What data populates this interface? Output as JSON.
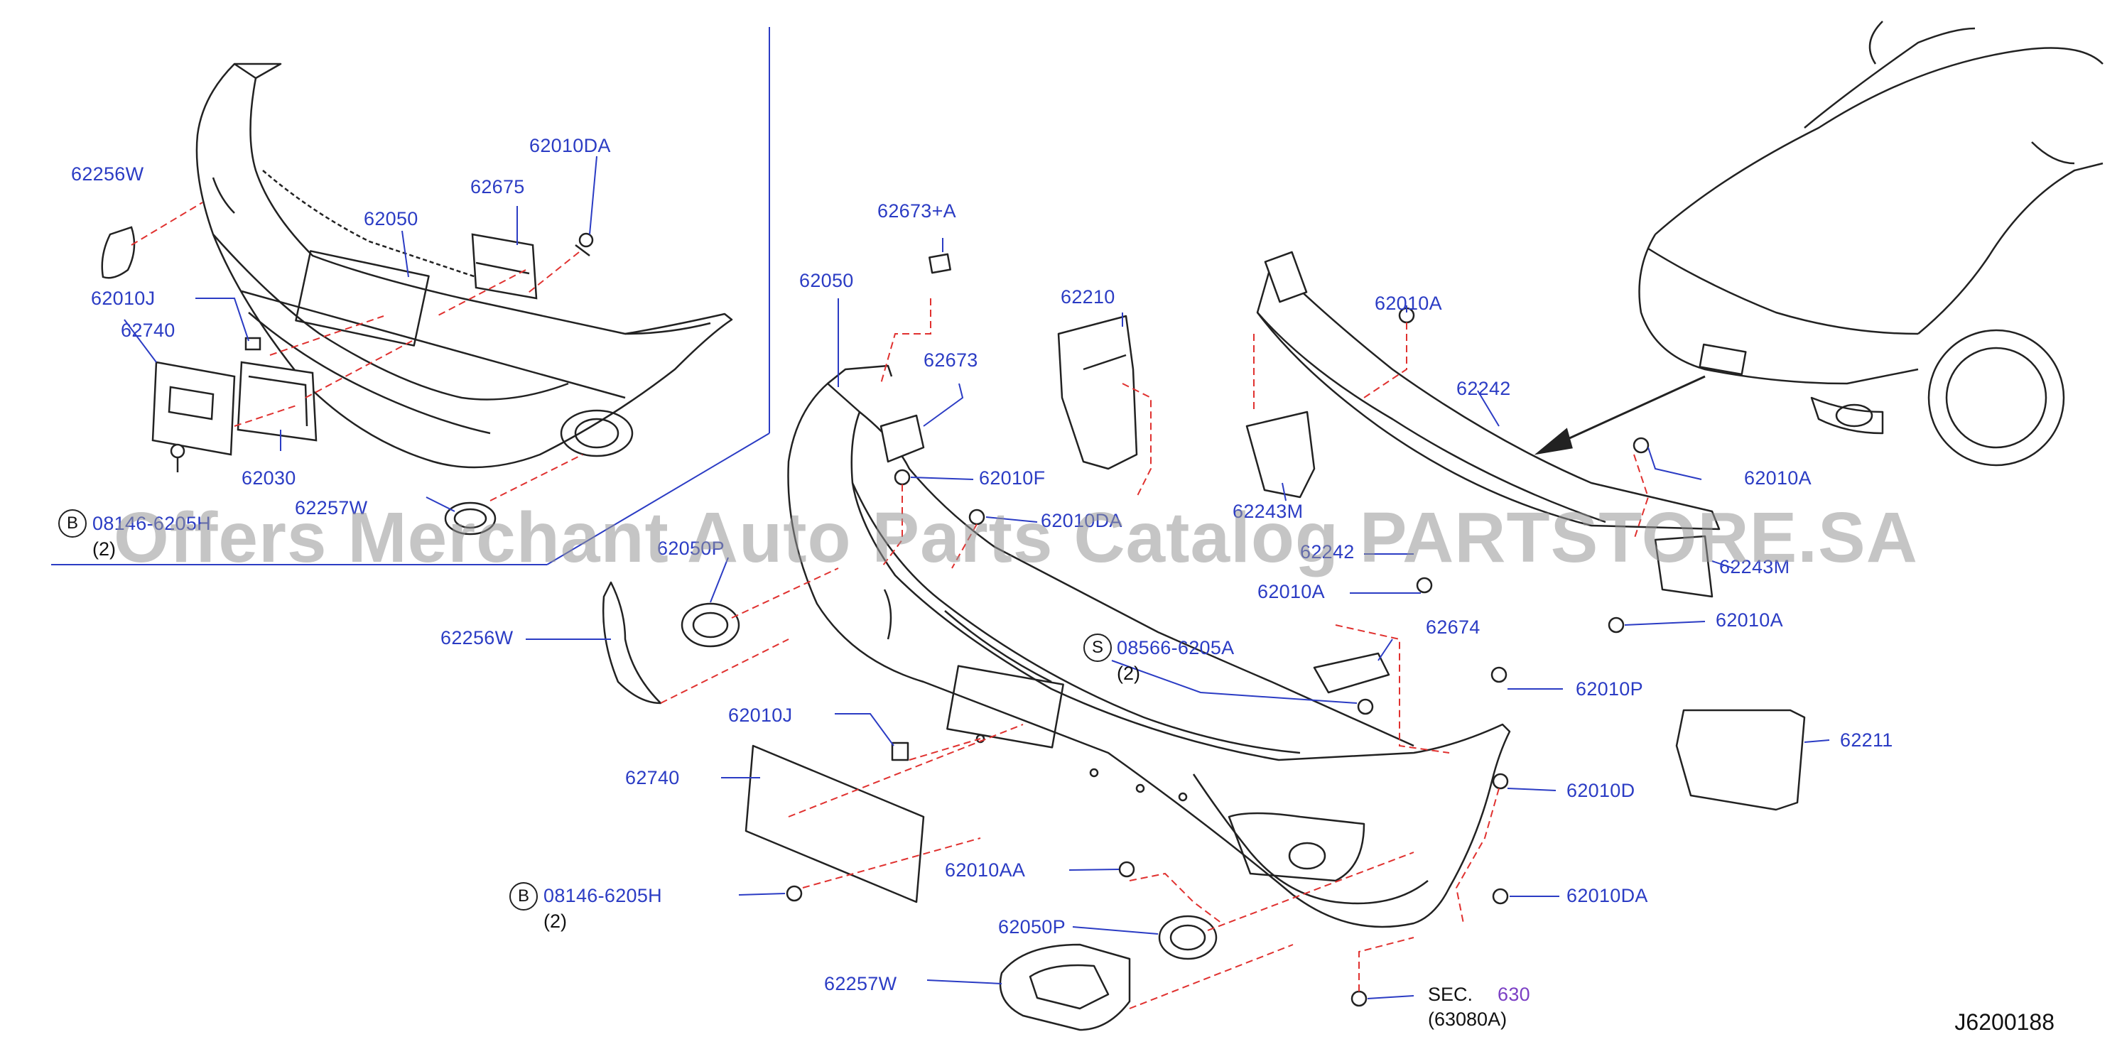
{
  "labels": {
    "l1": "62010DA",
    "l2": "62256W",
    "l3": "62675",
    "l4": "62050",
    "l5": "62010J",
    "l6": "62740",
    "l7": "62030",
    "l8": "62257W",
    "l9": "08146-6205H",
    "l10": "(2)",
    "l11": "62673+A",
    "l12": "62050",
    "l13": "62210",
    "l14": "62673",
    "l15": "62010F",
    "l16": "62010DA",
    "l17": "62050P",
    "l18": "62256W",
    "l19": "62010A",
    "l20": "62242",
    "l21": "62243M",
    "l22": "62242",
    "l23": "62010A",
    "l24": "62010A",
    "l25": "62243M",
    "l26": "62010A",
    "l27": "62674",
    "l28": "08566-6205A",
    "l29": "(2)",
    "l30": "62010P",
    "l31": "62211",
    "l32": "62010J",
    "l33": "62740",
    "l34": "62010D",
    "l35": "62010AA",
    "l36": "08146-6205H",
    "l37": "(2)",
    "l38": "62010DA",
    "l39": "62050P",
    "l40": "62257W",
    "l41": "SEC.",
    "l42": "630",
    "l43": "(63080A)"
  },
  "markers": {
    "b1": "B",
    "b2": "B",
    "s1": "S"
  },
  "diagram_code": "J6200188",
  "watermark": "Offers Merchant Auto Parts Catalog PARTSTORE.SA",
  "colors": {
    "label": "#2b3cc4",
    "line": "#2b3cc4",
    "dash": "#e0312f",
    "part": "#222222"
  }
}
